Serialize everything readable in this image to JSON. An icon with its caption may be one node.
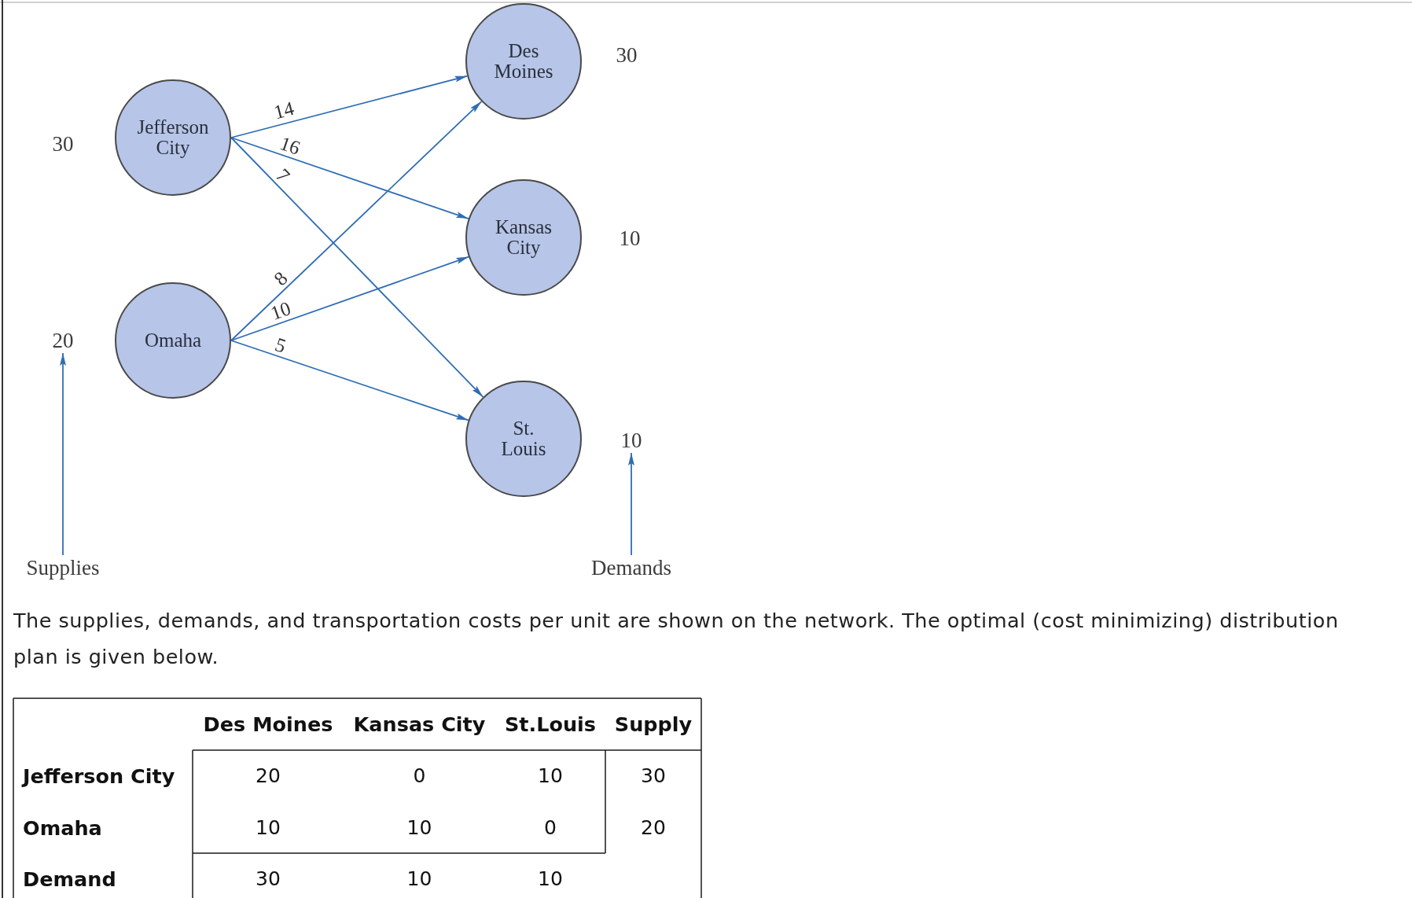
{
  "diagram": {
    "nodes": [
      {
        "text": [
          "Jefferson City"
        ],
        "beside": [
          "30"
        ]
      },
      {
        "text": [
          "Omaha"
        ]
      },
      {
        "text": [
          "Des Moines"
        ],
        "beside": [
          "30"
        ]
      },
      {
        "text": [
          "Kansas City"
        ],
        "beside": [
          "10"
        ]
      },
      {
        "text": [
          "St. Louis"
        ]
      },
      {
        "text": [
          "20"
        ]
      },
      {
        "text": [
          "10"
        ]
      },
      {
        "text": [
          "Supplies"
        ]
      },
      {
        "text": [
          "Demands"
        ]
      }
    ],
    "edges": [
      {
        "from": 0,
        "to": 2,
        "arrow": "to",
        "label": "14"
      },
      {
        "from": 0,
        "to": 3,
        "arrow": "to",
        "label": "16"
      },
      {
        "from": 0,
        "to": 4,
        "arrow": "to",
        "label": "7"
      },
      {
        "from": 1,
        "to": 2,
        "arrow": "to",
        "label": "8"
      },
      {
        "from": 1,
        "to": 3,
        "arrow": "to",
        "label": "10"
      },
      {
        "from": 1,
        "to": 4,
        "arrow": "to",
        "label": "5"
      },
      {
        "from": 7,
        "to": 5,
        "arrow": "to"
      },
      {
        "from": 8,
        "to": 6,
        "arrow": "to"
      }
    ],
    "labels": [
      "The supplies, demands, and transportation costs per unit are shown on the network. The optimal (cost minimizing) distribution plan is given below.",
      "Des Moines",
      "Kansas City",
      "St.Louis",
      "Supply",
      "Jefferson City",
      "20",
      "0",
      "10",
      "30",
      "Omaha",
      "10",
      "10",
      "0",
      "20",
      "Demand",
      "30",
      "10",
      "10"
    ]
  }
}
